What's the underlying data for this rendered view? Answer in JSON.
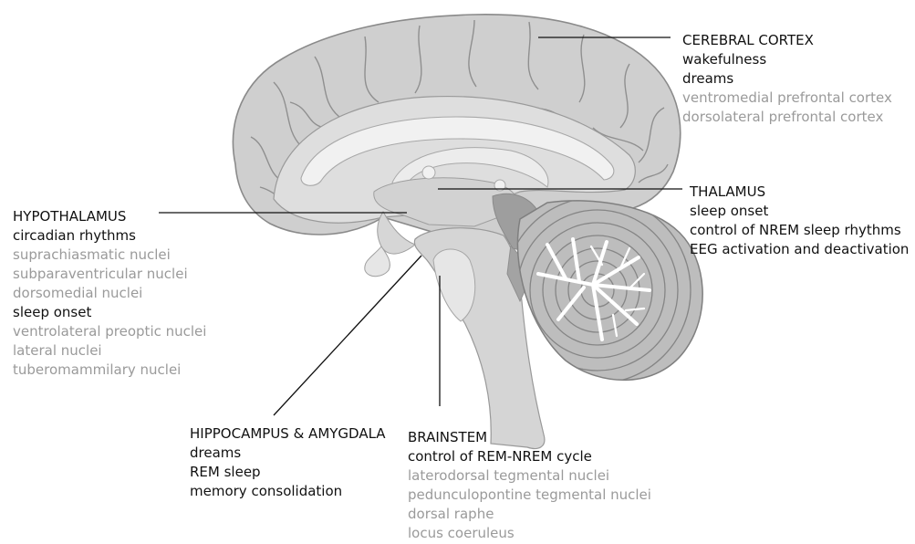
{
  "labels": {
    "cerebral_cortex": {
      "title": "CEREBRAL CORTEX",
      "items": [
        {
          "text": "wakefulness",
          "tone": "dark"
        },
        {
          "text": "dreams",
          "tone": "dark"
        },
        {
          "text": "ventromedial  prefrontal  cortex",
          "tone": "grey"
        },
        {
          "text": "dorsolateral  prefrontal  cortex",
          "tone": "grey"
        }
      ]
    },
    "thalamus": {
      "title": "THALAMUS",
      "items": [
        {
          "text": "sleep  onset",
          "tone": "dark"
        },
        {
          "text": "control of NREM sleep rhythms",
          "tone": "dark"
        },
        {
          "text": "EEG activation and deactivation",
          "tone": "dark"
        }
      ]
    },
    "hypothalamus": {
      "title": "HYPOTHALAMUS",
      "items": [
        {
          "text": "circadian  rhythms",
          "tone": "dark"
        },
        {
          "text": "suprachiasmatic nuclei",
          "tone": "grey"
        },
        {
          "text": "subparaventricular nuclei",
          "tone": "grey"
        },
        {
          "text": "dorsomedial nuclei",
          "tone": "grey"
        },
        {
          "text": "sleep onset",
          "tone": "dark"
        },
        {
          "text": "ventrolateral preoptic nuclei",
          "tone": "grey"
        },
        {
          "text": "lateral nuclei",
          "tone": "grey"
        },
        {
          "text": "tuberomammilary nuclei",
          "tone": "grey"
        }
      ]
    },
    "hippocampus_amygdala": {
      "title": "HIPPOCAMPUS  & AMYGDALA",
      "items": [
        {
          "text": "dreams",
          "tone": "dark"
        },
        {
          "text": "REM sleep",
          "tone": "dark"
        },
        {
          "text": "memory consolidation",
          "tone": "dark"
        }
      ]
    },
    "brainstem": {
      "title": "BRAINSTEM",
      "items": [
        {
          "text": "control of REM-NREM cycle",
          "tone": "dark"
        },
        {
          "text": "laterodorsal  tegmental nuclei",
          "tone": "grey"
        },
        {
          "text": "pedunculopontine tegmental nuclei",
          "tone": "grey"
        },
        {
          "text": "dorsal  raphe",
          "tone": "grey"
        },
        {
          "text": "locus coeruleus",
          "tone": "grey"
        }
      ]
    }
  },
  "colors": {
    "cortex_fill": "#cfcfcf",
    "inner_fill": "#e2e2e2",
    "cerebellum_fill": "#bdbdbd",
    "dark_region": "#9e9e9e",
    "outline": "#8a8a8a",
    "leader_line": "#111111",
    "title_text": "#111111",
    "grey_text": "#9a9a9a"
  }
}
